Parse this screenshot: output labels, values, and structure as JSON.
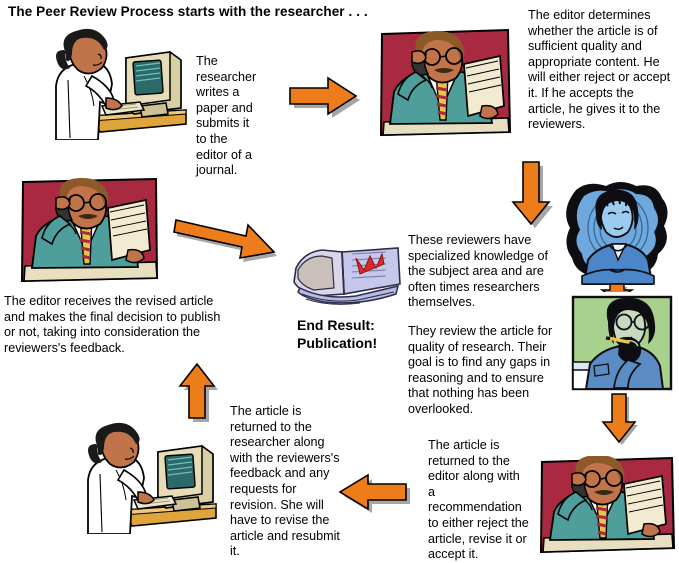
{
  "title": "The Peer Review Process starts with the researcher . . .",
  "colors": {
    "arrow_fill": "#ED7D1B",
    "arrow_stroke": "#000000",
    "arrow_shadow": "#A6A6A6",
    "editor_bg": "#A92941",
    "editor_jacket": "#4E9E9B",
    "reviewer_woman_bg": "#6FA8DC",
    "reviewer_man_bg": "#A9D18E",
    "journal_color": "#BFC3E8",
    "skin": "#C1744A",
    "labcoat": "#FFFFFF",
    "desk": "#E0A43C"
  },
  "steps": {
    "researcher_submits": "The researcher writes a paper and submits it to the editor of a journal.",
    "editor_determines": "The editor determines whether the article is of sufficient quality and appropriate content.  He will either reject or accept it.  If he accepts the article, he gives it to the reviewers.",
    "reviewers_knowledge": "These reviewers have specialized knowledge of the subject area and are often times researchers themselves.",
    "reviewers_review": "They review the article for quality of research.  Their goal is to find any gaps in reasoning and to ensure that nothing has been overlooked.",
    "returned_to_editor": "The article is returned to the editor along with a recommendation to either reject the article, revise it or accept it.",
    "returned_to_researcher": "The article is returned to the researcher along with the reviewers's feedback and any requests for revision.  She  will have to revise the article and resubmit it.",
    "editor_final_decision": "The editor receives the revised article and makes the final decision  to publish or not, taking into consideration the reviewers's feedback.",
    "end_result_line1": "End Result:",
    "end_result_line2": "Publication!"
  },
  "images": {
    "researcher_top": "researcher-at-computer-illustration",
    "editor_top": "editor-on-phone-reading-illustration",
    "reviewer_woman": "reviewer-woman-blue-illustration",
    "reviewer_man": "reviewer-man-thinking-illustration",
    "editor_bottom": "editor-on-phone-reading-illustration",
    "editor_left": "editor-on-phone-reading-illustration",
    "researcher_bottom": "researcher-at-computer-illustration",
    "journal": "open-journal-publication-illustration"
  },
  "arrows": {
    "a_researcher_to_editor": "arrow-right",
    "b_editor_to_reviewers": "arrow-down",
    "c_reviewer_to_reviewer": "arrow-down",
    "d_reviewer_to_editor_bottom": "arrow-down",
    "e_editor_bottom_to_researcher": "arrow-left",
    "f_researcher_to_editor_left": "arrow-up",
    "g_editor_left_to_publication": "arrow-right-diagonal"
  }
}
